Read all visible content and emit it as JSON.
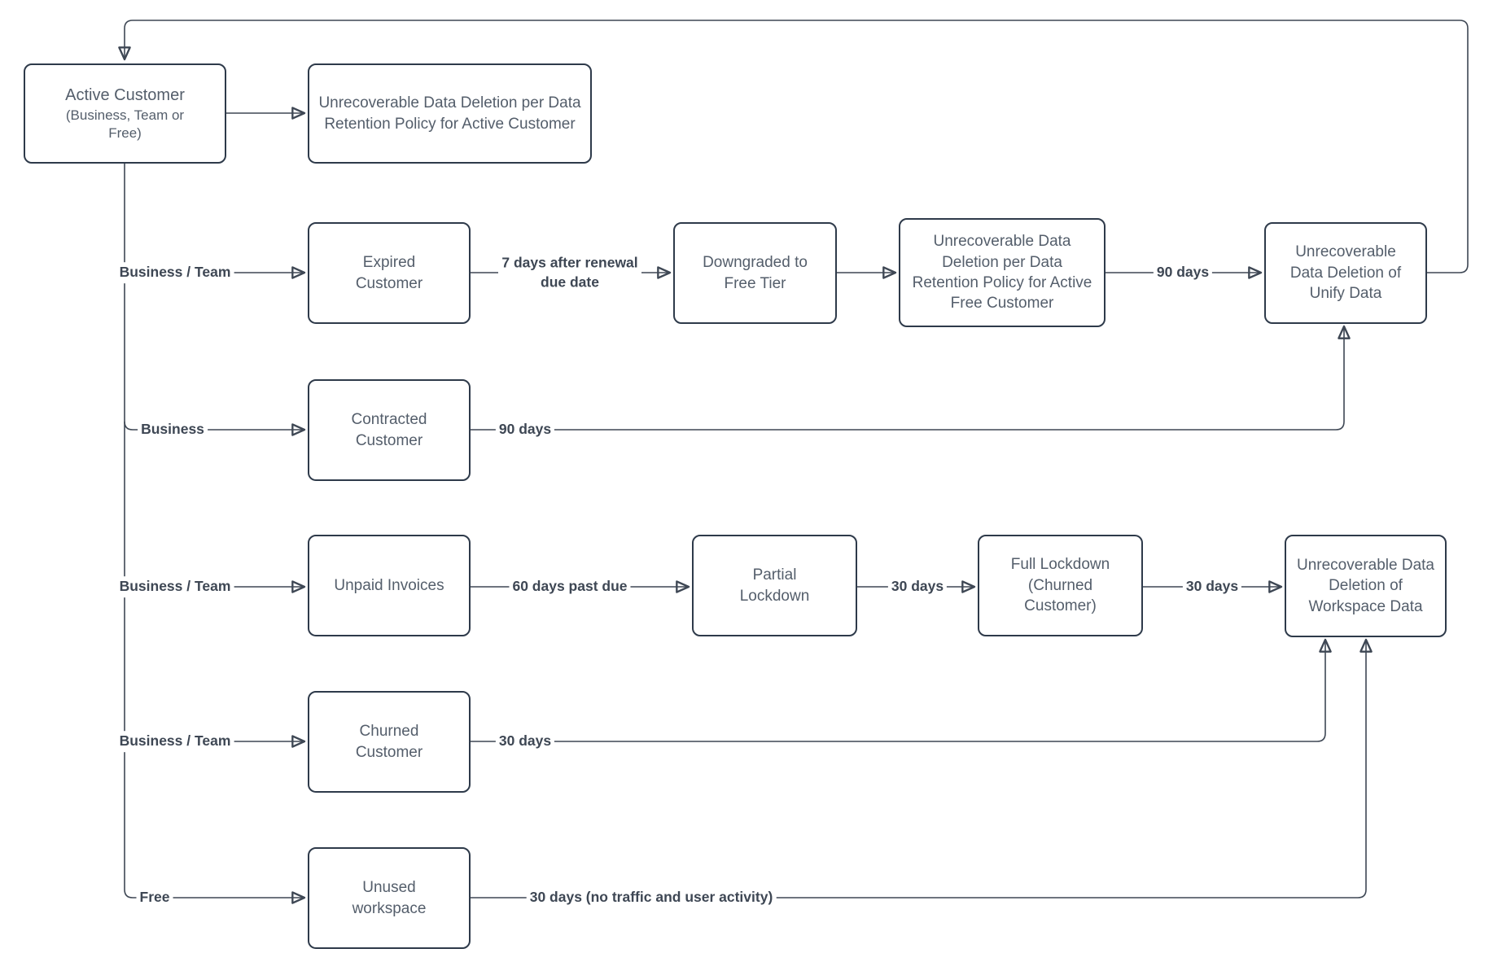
{
  "palette": {
    "background": "#ffffff",
    "box_fill": "#ffffff",
    "box_border": "#2e3a4a",
    "node_text": "#545e6b",
    "edge_line": "#3e4754",
    "edge_label_text": "#3e4754"
  },
  "nodes": {
    "active": {
      "title": "Active Customer",
      "subtitle": "(Business, Team or Free)"
    },
    "active_deletion": {
      "label": "Unrecoverable Data Deletion per Data Retention Policy for Active Customer"
    },
    "expired": {
      "label": "Expired Customer"
    },
    "downgraded": {
      "label": "Downgraded to Free Tier"
    },
    "free_deletion": {
      "label": "Unrecoverable Data Deletion per Data Retention Policy for Active Free Customer"
    },
    "unify_deletion": {
      "label": "Unrecoverable Data Deletion of Unify Data"
    },
    "contracted": {
      "label": "Contracted Customer"
    },
    "unpaid": {
      "label": "Unpaid Invoices"
    },
    "partial_lockdown": {
      "label": "Partial Lockdown"
    },
    "full_lockdown": {
      "label": "Full Lockdown (Churned Customer)"
    },
    "workspace_deletion": {
      "label": "Unrecoverable Data Deletion of Workspace Data"
    },
    "churned": {
      "label": "Churned Customer"
    },
    "unused": {
      "label": "Unused workspace"
    }
  },
  "edges": {
    "row2_branch": "Business / Team",
    "row2_expired_to_downgraded": "7 days after renewal due date",
    "row2_free_to_unify": "90 days",
    "row3_branch": "Business",
    "row3_contracted_to_unify": "90 days",
    "row4_branch": "Business / Team",
    "row4_unpaid_to_partial": "60 days past due",
    "row4_partial_to_full": "30 days",
    "row4_full_to_workspace": "30 days",
    "row5_branch": "Business / Team",
    "row5_churned_to_workspace": "30 days",
    "row6_branch": "Free",
    "row6_unused_to_workspace": "30 days (no traffic and user activity)"
  }
}
